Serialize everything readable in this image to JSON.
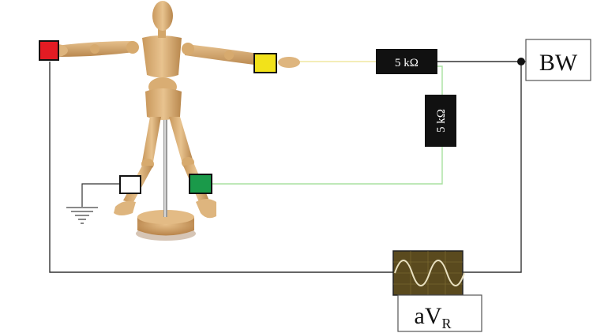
{
  "resistor_horizontal": {
    "label": "5 kΩ"
  },
  "resistor_vertical": {
    "label": "5 kΩ"
  },
  "bw_box": {
    "label": "BW"
  },
  "avr_box": {
    "main": "aV",
    "subscript": "R"
  },
  "electrodes": {
    "right_arm_color": "#e31b23",
    "left_arm_color": "#f2e21a",
    "left_leg_color": "#1a9a4a",
    "ground_color": "#ffffff"
  },
  "wires": {
    "main_color": "#333333",
    "left_arm_lead_color": "#efe7a0",
    "left_leg_lead_color": "#a9e0a0"
  },
  "resistor_fill": "#111111",
  "mannequin_color": "#d9b07a",
  "oscilloscope": {
    "screen_color": "#5a4a1e",
    "trace_color": "#e8e0c0"
  }
}
